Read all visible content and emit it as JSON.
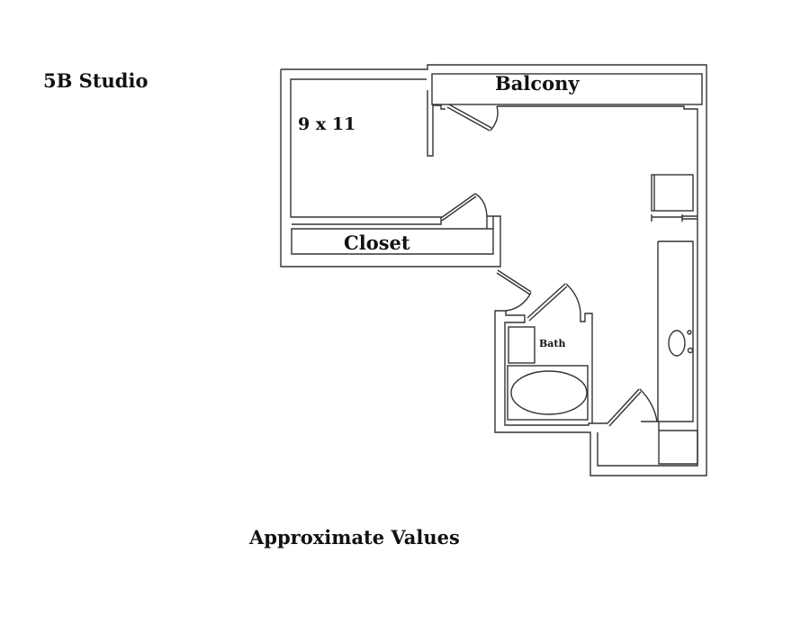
{
  "title": "5B Studio",
  "room_size": "9 x 11",
  "labels": {
    "balcony": "Balcony",
    "closet": "Closet",
    "bath": "Bath"
  },
  "footer": "Approximate Values"
}
